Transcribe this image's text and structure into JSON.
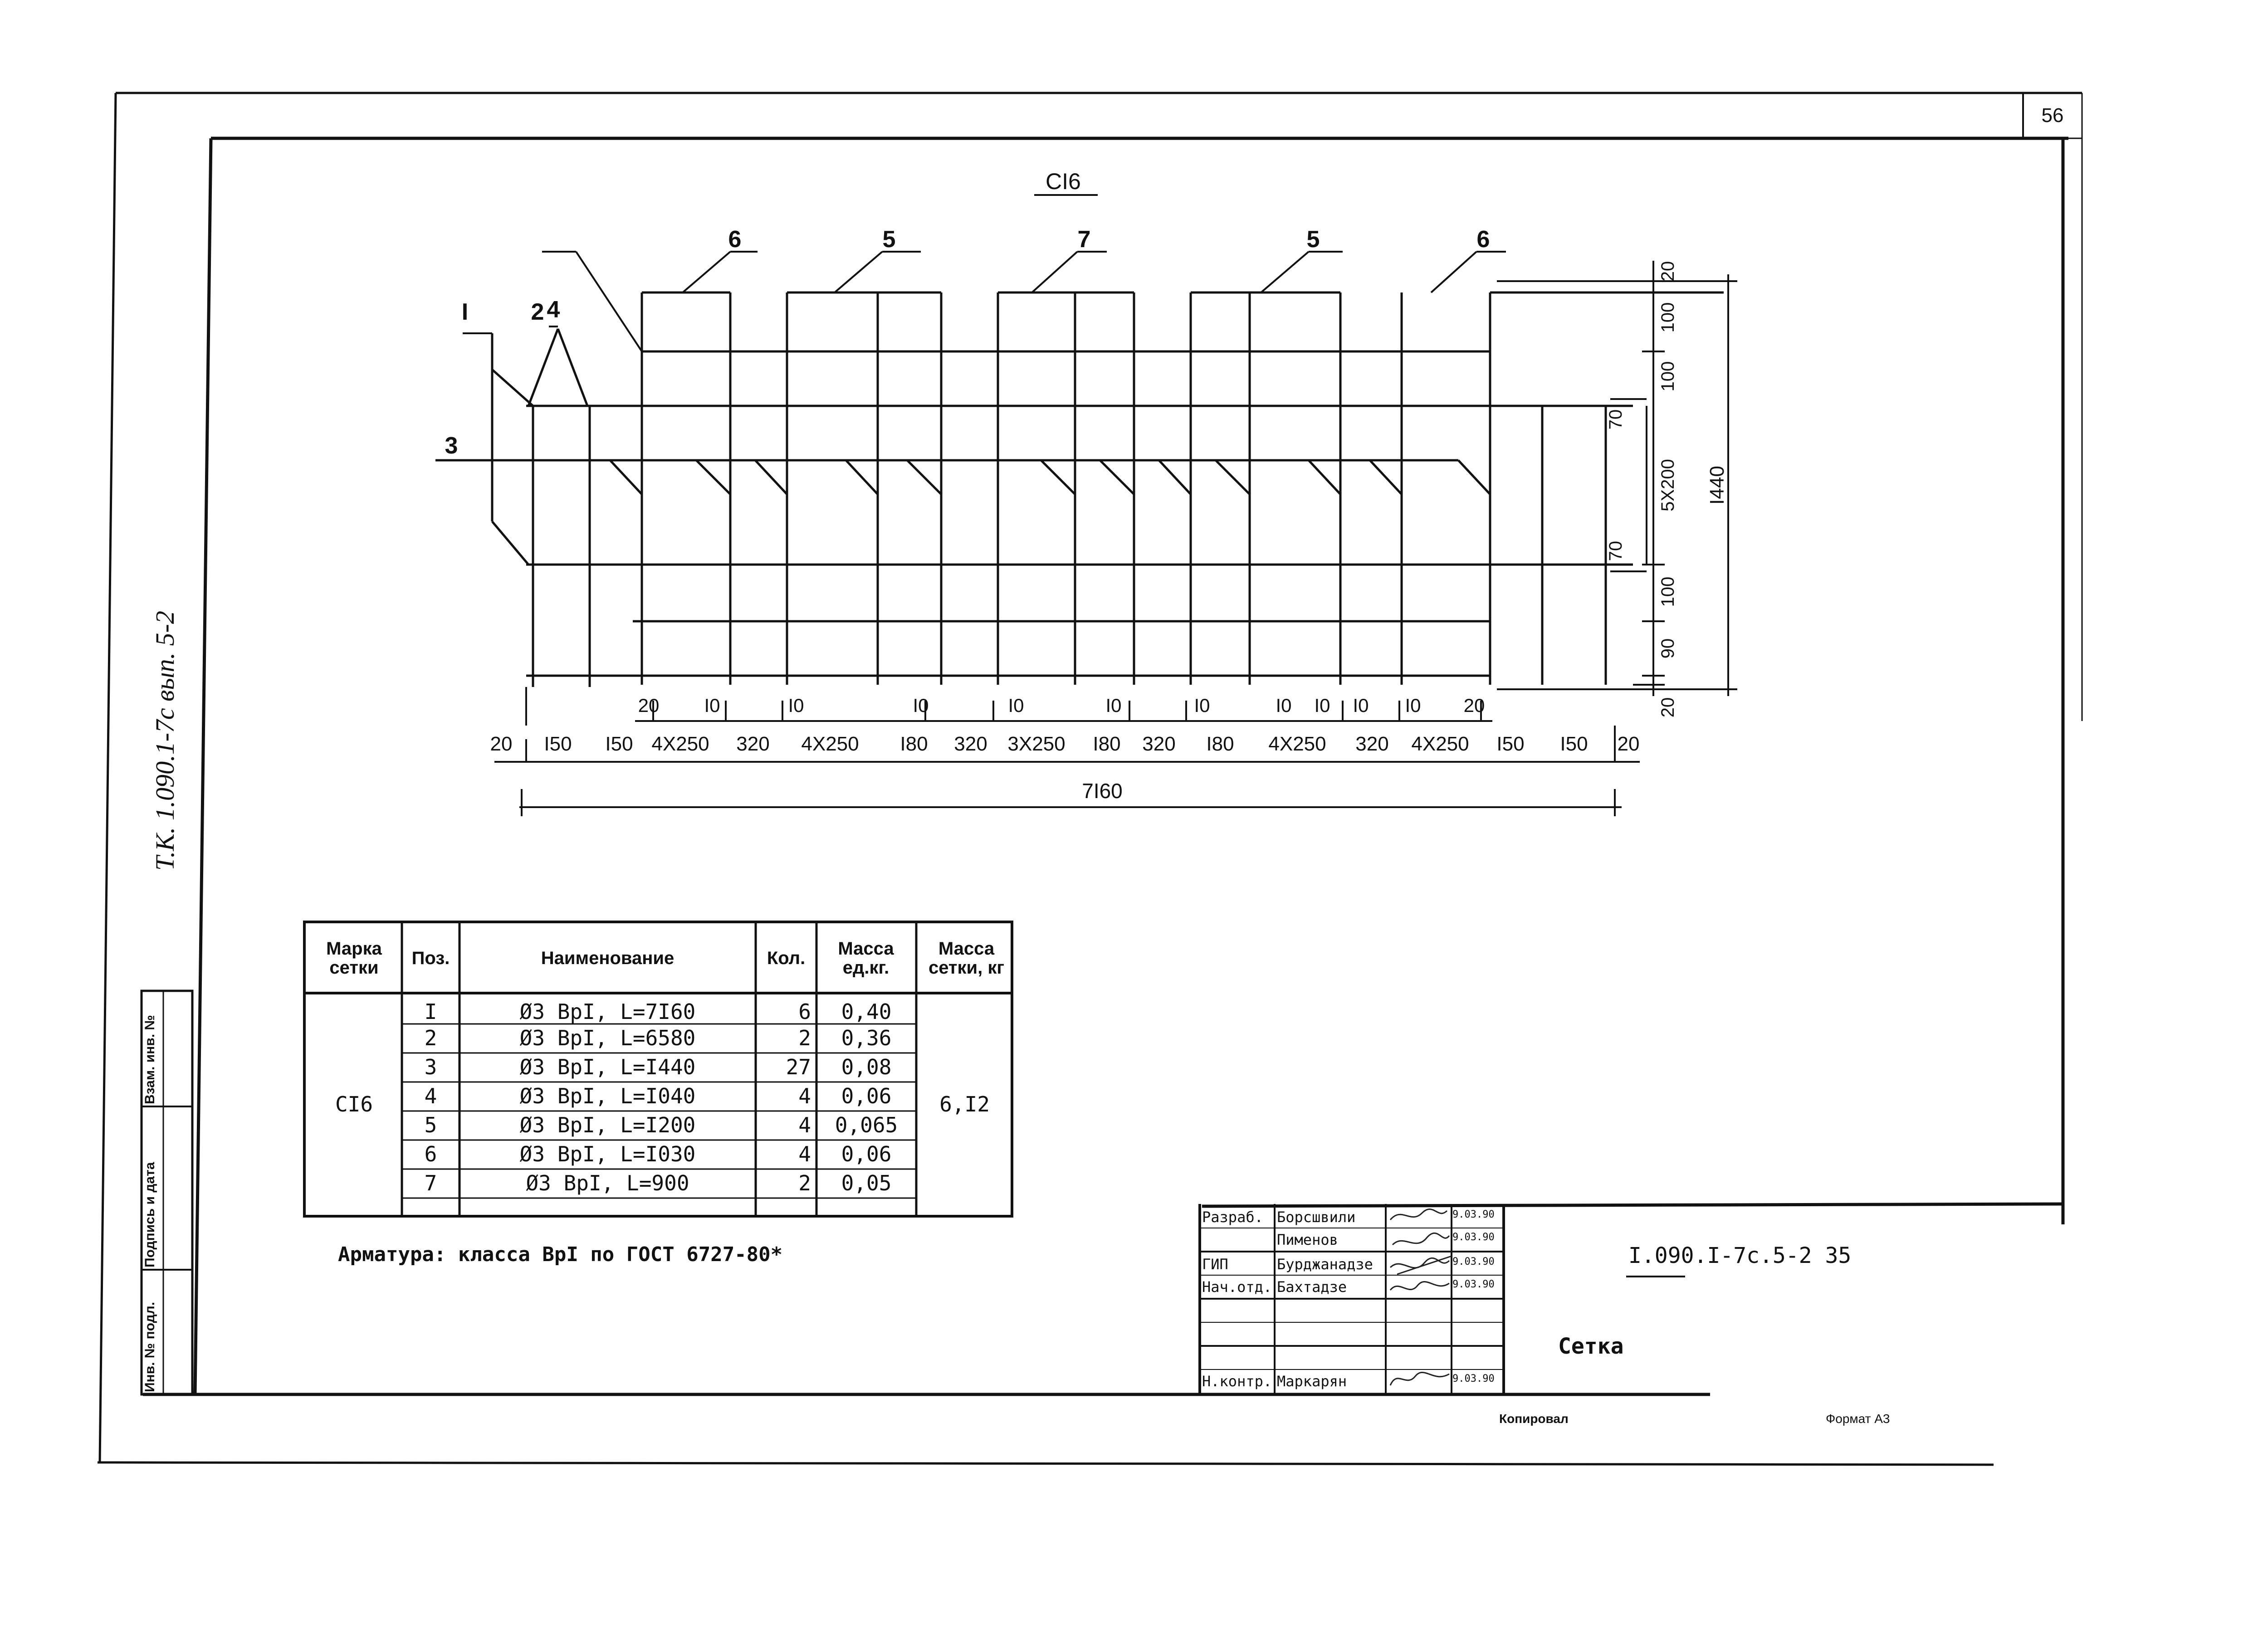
{
  "page": {
    "sheet_number": "56",
    "side_label": "Т.К. 1.090.1-7с вып. 5-2"
  },
  "drawing": {
    "title": "СI6",
    "position_marks": [
      "I",
      "2",
      "3",
      "4",
      "6",
      "5",
      "7",
      "5",
      "6"
    ],
    "vertical_dims": [
      "20",
      "100",
      "100",
      "70",
      "5X200",
      "70",
      "100",
      "90",
      "20"
    ],
    "vertical_total": "I440",
    "small_dims": [
      "20",
      "I0",
      "I0",
      "I0",
      "I0",
      "I0",
      "I0",
      "I0",
      "I0",
      "I0",
      "I0",
      "20"
    ],
    "horizontal_dims": [
      "20",
      "I50",
      "I50",
      "4X250",
      "320",
      "4X250",
      "I80",
      "320",
      "3X250",
      "I80",
      "320",
      "I80",
      "4X250",
      "320",
      "4X250",
      "I50",
      "I50",
      "20"
    ],
    "horizontal_total": "7I60"
  },
  "spec_table": {
    "headers": {
      "mark": "Марка сетки",
      "pos": "Поз.",
      "name": "Наименование",
      "qty": "Кол.",
      "unit_mass": "Масса ед.кг.",
      "net_mass": "Масса сетки, кг"
    },
    "mark": "СI6",
    "net_mass": "6,I2",
    "rows": [
      {
        "pos": "I",
        "name": "Ø3 ВрI,  L=7I60",
        "qty": "6",
        "mass": "0,40"
      },
      {
        "pos": "2",
        "name": "Ø3 ВрI,  L=6580",
        "qty": "2",
        "mass": "0,36"
      },
      {
        "pos": "3",
        "name": "Ø3 ВрI,  L=I440",
        "qty": "27",
        "mass": "0,08"
      },
      {
        "pos": "4",
        "name": "Ø3 ВрI,  L=I040",
        "qty": "4",
        "mass": "0,06"
      },
      {
        "pos": "5",
        "name": "Ø3 ВрI,  L=I200",
        "qty": "4",
        "mass": "0,065"
      },
      {
        "pos": "6",
        "name": "Ø3 ВрI,  L=I030",
        "qty": "4",
        "mass": "0,06"
      },
      {
        "pos": "7",
        "name": "Ø3 ВрI,  L=900",
        "qty": "2",
        "mass": "0,05"
      }
    ]
  },
  "note": "Арматура:  класса ВрI по ГОСТ 6727-80*",
  "side_stamp": [
    "Инв. № подл.",
    "Подпись и дата",
    "Взам. инв. №"
  ],
  "title_block": {
    "rows": [
      {
        "role": "Разраб.",
        "name": "Борсшвили",
        "date": "9.03.90"
      },
      {
        "role": "",
        "name": "Пименов",
        "date": "9.03.90"
      },
      {
        "role": "ГИП",
        "name": "Бурджанадзе",
        "date": "9.03.90"
      },
      {
        "role": "Нач.отд.",
        "name": "Бахтадзе",
        "date": "9.03.90"
      },
      {
        "role": "",
        "name": "",
        "date": ""
      },
      {
        "role": "",
        "name": "",
        "date": ""
      },
      {
        "role": "",
        "name": "",
        "date": ""
      },
      {
        "role": "Н.контр.",
        "name": "Маркарян",
        "date": "9.03.90"
      }
    ],
    "code": "I.090.I-7с.5-2 35",
    "sheet_title": "Сетка",
    "copied": "Копировал",
    "format": "Формат А3"
  }
}
